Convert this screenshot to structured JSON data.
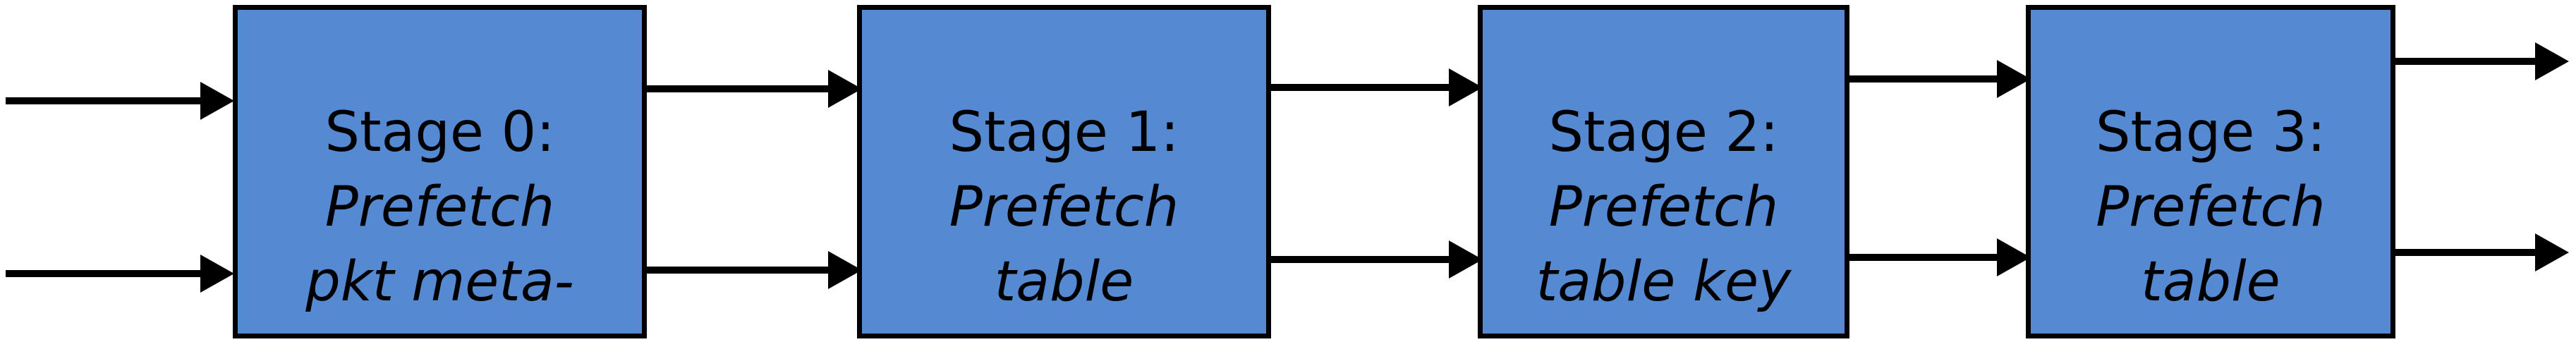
{
  "diagram": {
    "type": "pipeline-flow",
    "stages": [
      {
        "title": "Stage 0:",
        "subtitle_lines": [
          "Prefetch",
          "pkt meta-"
        ]
      },
      {
        "title": "Stage 1:",
        "subtitle_lines": [
          "Prefetch",
          "table"
        ]
      },
      {
        "title": "Stage 2:",
        "subtitle_lines": [
          "Prefetch",
          "table key"
        ]
      },
      {
        "title": "Stage 3:",
        "subtitle_lines": [
          "Prefetch",
          "table"
        ]
      }
    ],
    "arrows": [
      {
        "id": "input-upper",
        "from": "external-input",
        "to": "Stage 0",
        "lane": "upper"
      },
      {
        "id": "input-lower",
        "from": "external-input",
        "to": "Stage 0",
        "lane": "lower"
      },
      {
        "id": "s0-s1-upper",
        "from": "Stage 0",
        "to": "Stage 1",
        "lane": "upper"
      },
      {
        "id": "s0-s1-lower",
        "from": "Stage 0",
        "to": "Stage 1",
        "lane": "lower"
      },
      {
        "id": "s1-s2-upper",
        "from": "Stage 1",
        "to": "Stage 2",
        "lane": "upper"
      },
      {
        "id": "s1-s2-lower",
        "from": "Stage 1",
        "to": "Stage 2",
        "lane": "lower"
      },
      {
        "id": "s2-s3-upper",
        "from": "Stage 2",
        "to": "Stage 3",
        "lane": "upper"
      },
      {
        "id": "s2-s3-lower",
        "from": "Stage 2",
        "to": "Stage 3",
        "lane": "lower"
      },
      {
        "id": "output-upper",
        "from": "Stage 3",
        "to": "external-output",
        "lane": "upper"
      },
      {
        "id": "output-lower",
        "from": "Stage 3",
        "to": "external-output",
        "lane": "lower"
      }
    ],
    "colors": {
      "background": "#ffffff",
      "box_fill": "#558ad3",
      "box_border": "#000000",
      "arrow": "#000000",
      "text": "#000000"
    }
  }
}
